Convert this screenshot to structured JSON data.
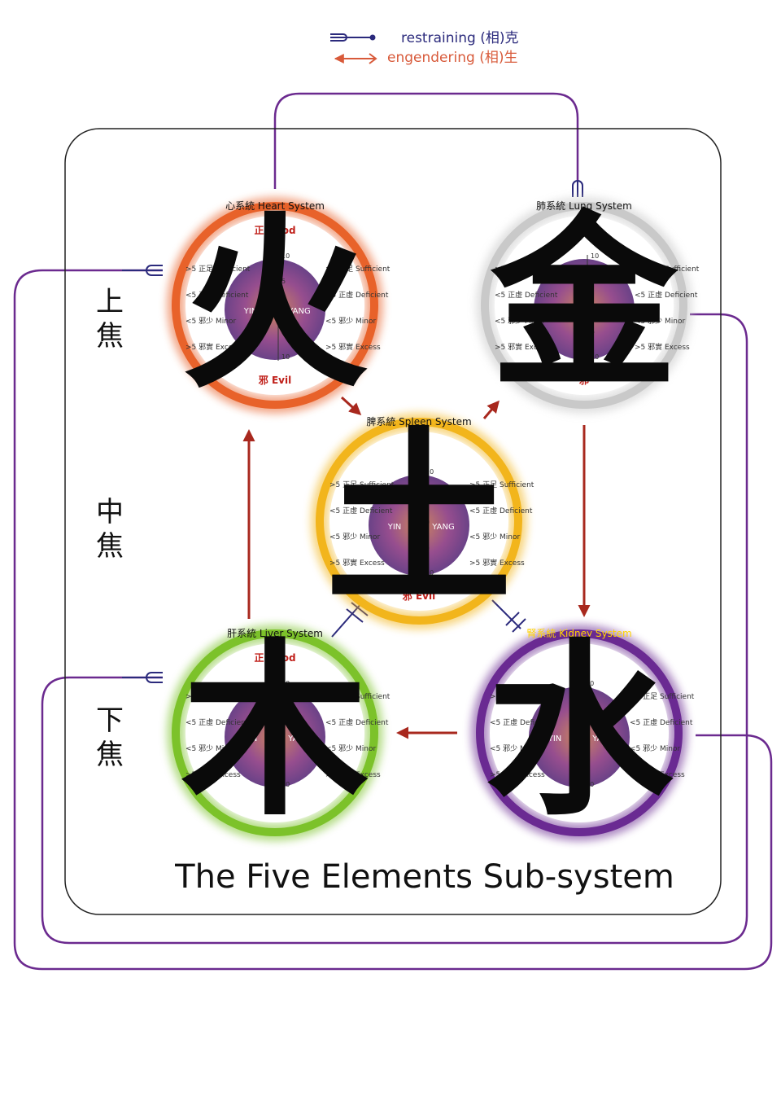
{
  "legend": {
    "restraining_label": "restraining (相)克",
    "engendering_label": "engendering (相)生",
    "restraining_color": "#2b2a7c",
    "engendering_color": "#d85a3a"
  },
  "title": "The Five Elements Sub-system",
  "burners": {
    "upper": [
      "上",
      "焦"
    ],
    "middle": [
      "中",
      "焦"
    ],
    "lower": [
      "下",
      "焦"
    ]
  },
  "colors": {
    "frame": "#222222",
    "loop": "#6b2a8f",
    "engender_arrow": "#a8281e",
    "restrain_fork": "#2b2a7c"
  },
  "elements": [
    {
      "id": "fire",
      "glyph": "火",
      "system": "心系統 Heart System",
      "top": "正 Good",
      "bottom": "邪 Evil",
      "ring": "#e8622a"
    },
    {
      "id": "metal",
      "glyph": "金",
      "system": "肺系統 Lung System",
      "top": "",
      "bottom": "邪",
      "ring": "#c9c9c9"
    },
    {
      "id": "earth",
      "glyph": "土",
      "system": "脾系統 Spleen System",
      "top": "正",
      "bottom": "邪 Evil",
      "ring": "#f2b51c"
    },
    {
      "id": "wood",
      "glyph": "木",
      "system": "肝系統 Liver System",
      "top": "正 Good",
      "bottom": "邪",
      "ring": "#7cc22a"
    },
    {
      "id": "water",
      "glyph": "水",
      "system": "腎系統 Kidney System",
      "top": "",
      "bottom": "",
      "ring": "#6a2a92"
    }
  ],
  "scale": {
    "left": [
      ">5 正足 Sufficient",
      "<5 正虛 Deficient",
      "<5 邪少 Minor",
      ">5 邪實 Excess"
    ],
    "right": [
      ">5 正足 Sufficient",
      "<5 正虛 Deficient",
      "<5 邪少 Minor",
      ">5 邪實 Excess"
    ],
    "ticks": [
      "10",
      "5",
      "0",
      "5",
      "10"
    ],
    "yin": "YIN",
    "yang": "YANG"
  }
}
